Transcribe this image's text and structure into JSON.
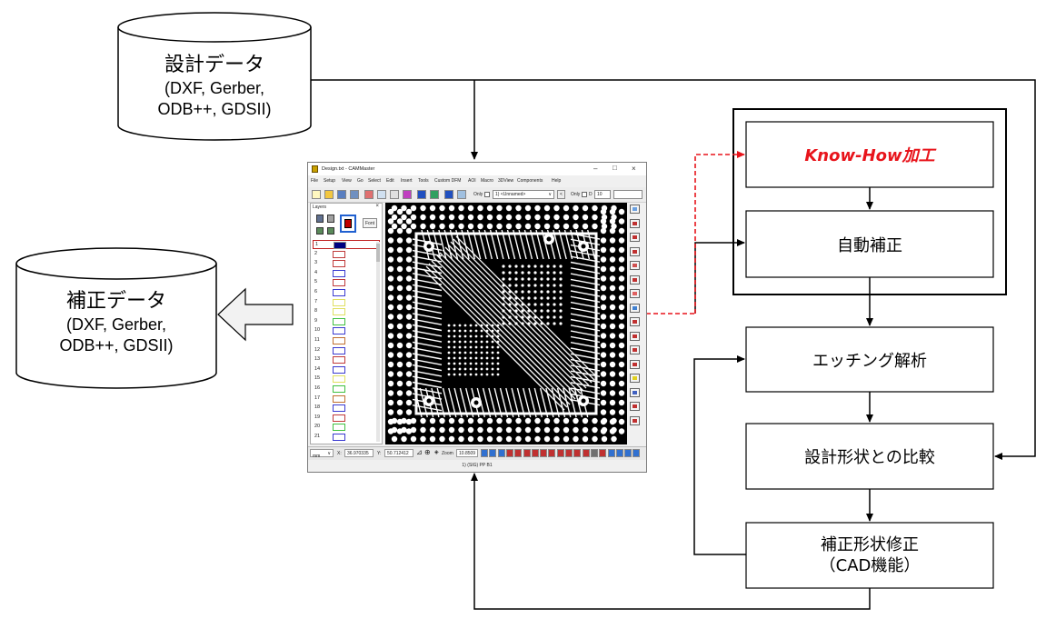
{
  "design_data": {
    "title": "設計データ",
    "formats_line1": "(DXF, Gerber,",
    "formats_line2": "ODB++, GDSII)"
  },
  "correction_data": {
    "title": "補正データ",
    "formats_line1": "(DXF, Gerber,",
    "formats_line2": "ODB++, GDSII)"
  },
  "processes": {
    "knowhow": "Know-How加工",
    "auto_correction": "自動補正",
    "etching_analysis": "エッチング解析",
    "compare": "設計形状との比較",
    "shape_fix_line1": "補正形状修正",
    "shape_fix_line2": "（CAD機能）"
  },
  "colors": {
    "knowhow_text": "#e8141b",
    "dashed_arrow": "#e8141b",
    "line": "#000000",
    "big_arrow_fill": "#f2f2f2"
  },
  "cam_window": {
    "title": "Design.txt - CAMMaster",
    "menu": [
      "File",
      "Setup",
      "View",
      "Go",
      "Select",
      "Edit",
      "Insert",
      "Tools",
      "Custom DFM",
      "AOI",
      "Macro",
      "3DView",
      "Components",
      "Help"
    ],
    "toolbar": {
      "only_label": "Only",
      "layer_select": "1) <Unnamed>",
      "only2_label": "Only",
      "d_label": "D",
      "d_value": "10"
    },
    "layers_panel": {
      "title": "Layers",
      "font_button": "Font",
      "rows": [
        "1",
        "2",
        "3",
        "4",
        "5",
        "6",
        "7",
        "8",
        "9",
        "10",
        "11",
        "12",
        "13",
        "14",
        "15",
        "16",
        "17",
        "18",
        "19",
        "20",
        "21"
      ],
      "row_colors": [
        "#000080",
        "#c03a3a",
        "#c03a3a",
        "#3a3ad0",
        "#c03a3a",
        "#3a3ad0",
        "#e0e060",
        "#e0e060",
        "#40c040",
        "#3a3ad0",
        "#c07030",
        "#3a3ad0",
        "#c03a3a",
        "#3a3ad0",
        "#e0e060",
        "#40c040",
        "#c07030",
        "#3a3ad0",
        "#c03a3a",
        "#40c040",
        "#3a3ad0"
      ]
    },
    "status": {
      "units": "mm",
      "x_label": "X:",
      "x_value": "36.970335",
      "y_label": "Y:",
      "y_value": "50.712412",
      "zoom_label": "Zoom",
      "zoom_value": "10.8509"
    },
    "footer": "1) (SIG) PP B1"
  }
}
